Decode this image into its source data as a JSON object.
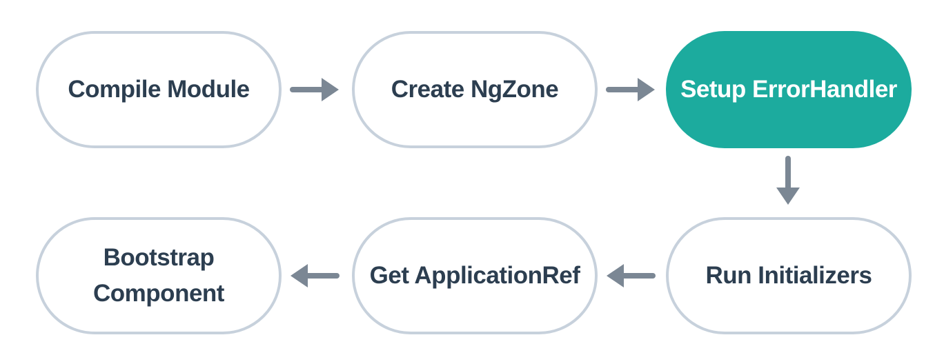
{
  "diagram": {
    "type": "flowchart",
    "colors": {
      "node_fill": "#ffffff",
      "node_border": "#c7d1dc",
      "node_text": "#2c3e50",
      "highlight_fill": "#1cab9e",
      "highlight_text": "#ffffff",
      "arrow": "#7b8794",
      "bg": "#ffffff"
    },
    "nodes": [
      {
        "label": "Compile Module",
        "highlighted": false
      },
      {
        "label": "Create NgZone",
        "highlighted": false
      },
      {
        "label": "Setup ErrorHandler",
        "highlighted": true
      },
      {
        "label": "Run Initializers",
        "highlighted": false
      },
      {
        "label": "Get ApplicationRef",
        "highlighted": false
      },
      {
        "label": "Bootstrap Component",
        "highlighted": false
      }
    ],
    "arrows": [
      {
        "from": "Compile Module",
        "to": "Create NgZone",
        "direction": "right"
      },
      {
        "from": "Create NgZone",
        "to": "Setup ErrorHandler",
        "direction": "right"
      },
      {
        "from": "Setup ErrorHandler",
        "to": "Run Initializers",
        "direction": "down"
      },
      {
        "from": "Run Initializers",
        "to": "Get ApplicationRef",
        "direction": "left"
      },
      {
        "from": "Get ApplicationRef",
        "to": "Bootstrap Component",
        "direction": "left"
      }
    ]
  }
}
